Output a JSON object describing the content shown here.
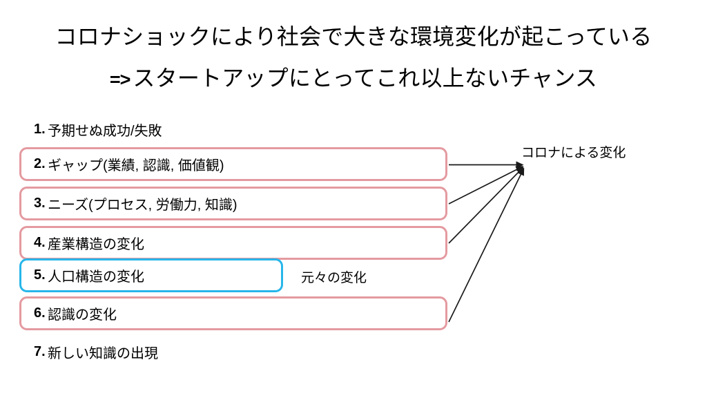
{
  "slide": {
    "background_color": "#ffffff",
    "title": {
      "line1": "コロナショックにより社会で大きな環境変化が起こっている",
      "arrow_prefix": "=>",
      "line2": "スタートアップにとってこれ以上ないチャンス"
    },
    "list": {
      "items": [
        {
          "number": "1.",
          "label": "予期せぬ成功/失敗",
          "boxed": false,
          "box_color": ""
        },
        {
          "number": "2.",
          "label": "ギャップ(業績, 認識, 価値観)",
          "boxed": true,
          "box_color": "#e49aa0"
        },
        {
          "number": "3.",
          "label": "ニーズ(プロセス, 労働力, 知識)",
          "boxed": true,
          "box_color": "#e49aa0"
        },
        {
          "number": "4.",
          "label": "産業構造の変化",
          "boxed": true,
          "box_color": "#e49aa0"
        },
        {
          "number": "5.",
          "label": "人口構造の変化",
          "boxed": true,
          "box_color": "#27b6ea"
        },
        {
          "number": "6.",
          "label": "認識の変化",
          "boxed": true,
          "box_color": "#e49aa0"
        },
        {
          "number": "7.",
          "label": "新しい知識の出現",
          "boxed": false,
          "box_color": ""
        }
      ]
    },
    "annotations": {
      "corona_change": "コロナによる変化",
      "original_change": "元々の変化"
    },
    "connectors": {
      "color": "#1a1a1a",
      "target_label": "コロナによる変化",
      "source_items": [
        "2.",
        "3.",
        "4.",
        "6."
      ]
    }
  }
}
